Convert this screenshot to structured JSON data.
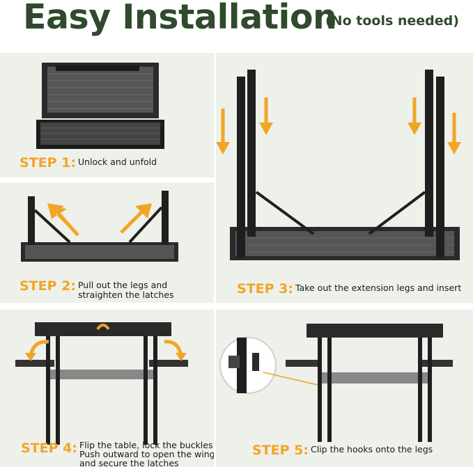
{
  "header": {
    "title": "Easy Installation",
    "subtitle": "(No tools needed)"
  },
  "steps": [
    {
      "label": "STEP 1:",
      "text_lines": [
        "Unlock and unfold"
      ]
    },
    {
      "label": "STEP 2:",
      "text_lines": [
        "Pull out the legs and",
        "straighten the latches"
      ]
    },
    {
      "label": "STEP 3:",
      "text_lines": [
        "Take out the extension legs and insert"
      ]
    },
    {
      "label": "STEP 4:",
      "text_lines": [
        "Flip the table, lock the buckles",
        "Push outward to open the wings",
        "and secure the latches"
      ]
    },
    {
      "label": "STEP 5:",
      "text_lines": [
        "Clip the hooks onto the legs"
      ]
    }
  ],
  "colors": {
    "title": "#2f4a2c",
    "accent": "#f1a526",
    "panel_bg": "#eef0ea",
    "metal": "#1f1f1f"
  }
}
